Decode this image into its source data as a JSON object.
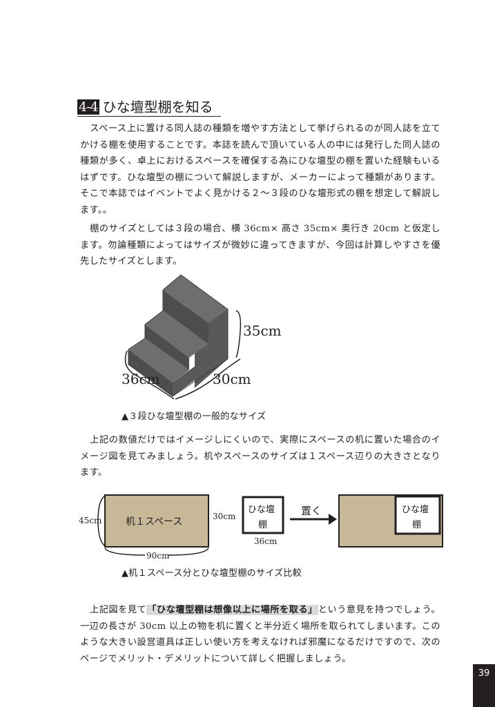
{
  "section": {
    "number": "4-4",
    "title": "ひな壇型棚を知る"
  },
  "paragraphs": {
    "p1": "スペース上に置ける同人誌の種類を増やす方法として挙げられるのが同人誌を立てかける棚を使用することです。本誌を読んで頂いている人の中には発行した同人誌の種類が多く、卓上におけるスペースを確保する為にひな壇型の棚を置いた経験もいるはずです。ひな壇型の棚について解説しますが、メーカーによって種類があります。そこで本誌ではイベントでよく見かける２～３段のひな壇形式の棚を想定して解説します。。",
    "p2": "棚のサイズとしては３段の場合、横 36cm× 高さ 35cm× 奥行き 20cm と仮定します。勿論種類によってはサイズが微妙に違ってきますが、今回は計算しやすさを優先したサイズとします。",
    "p3": "上記の数値だけではイメージしにくいので、実際にスペースの机に置いた場合のイメージ図を見てみましょう。机やスペースのサイズは１スペース辺りの大きさとなります。",
    "p4_before": "上記図を見て",
    "p4_highlight": "「ひな壇型棚は想像以上に場所を取る」",
    "p4_after": "という意見を持つでしょう。一辺の長さが 30cm 以上の物を机に置くと半分近く場所を取られてしまいます。このような大きい設営道具は正しい使い方を考えなければ邪魔になるだけですので、次のページでメリット・デメリットについて詳しく把握しましょう。"
  },
  "figure1": {
    "height_label": "35cm",
    "width_label": "36cm",
    "depth_label": "30cm",
    "caption": "▲３段ひな壇型棚の一般的なサイズ",
    "colors": {
      "top": "#6d6e70",
      "front": "#4d4d4f",
      "side": "#58595b",
      "edge": "#3a3a3c"
    }
  },
  "figure2": {
    "desk_label": "机１スペース",
    "desk_height": "45cm",
    "desk_width": "90cm",
    "shelf_label_line1": "ひな壇",
    "shelf_label_line2": "棚",
    "shelf_height": "30cm",
    "shelf_width": "36cm",
    "arrow_label": "置く",
    "caption": "▲机１スペース分とひな壇型棚のサイズ比較",
    "colors": {
      "desk": "#c7b998"
    }
  },
  "page_number": "39"
}
